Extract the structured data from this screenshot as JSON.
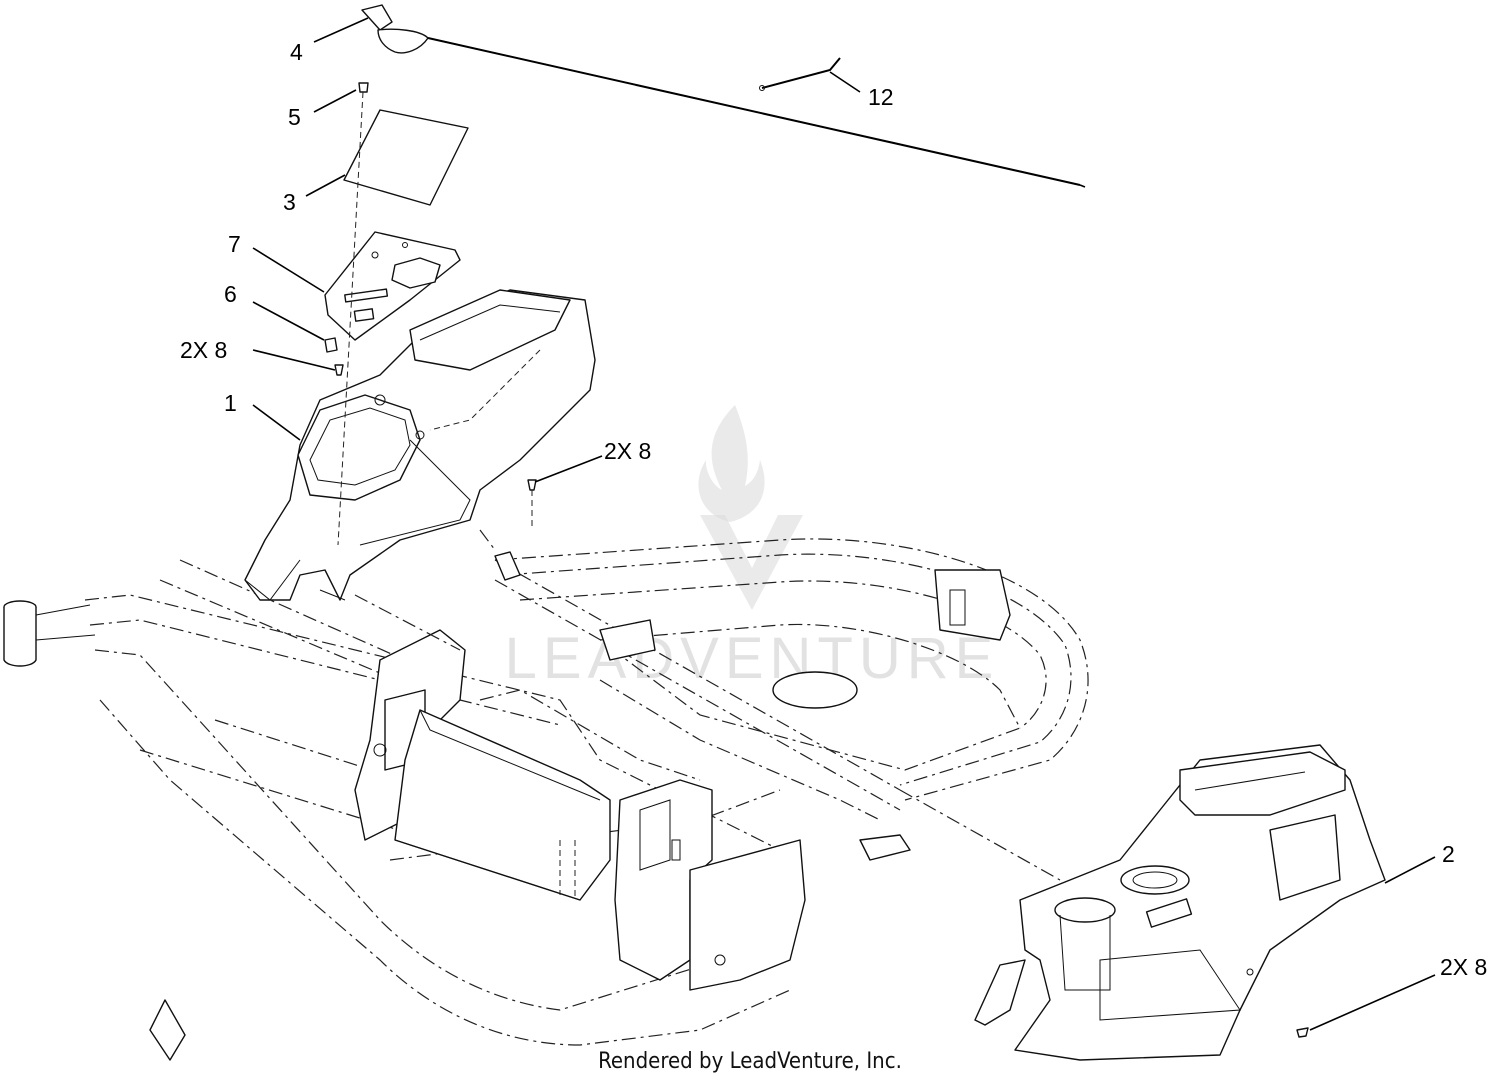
{
  "diagram": {
    "callouts": {
      "c4": "4",
      "c5": "5",
      "c3": "3",
      "c7": "7",
      "c6": "6",
      "c8_left": "2X 8",
      "c1": "1",
      "c8_mid": "2X 8",
      "c12": "12",
      "c2": "2",
      "c8_right": "2X 8"
    },
    "watermark": "LEADVENTURE",
    "footer": "Rendered by LeadVenture, Inc."
  }
}
